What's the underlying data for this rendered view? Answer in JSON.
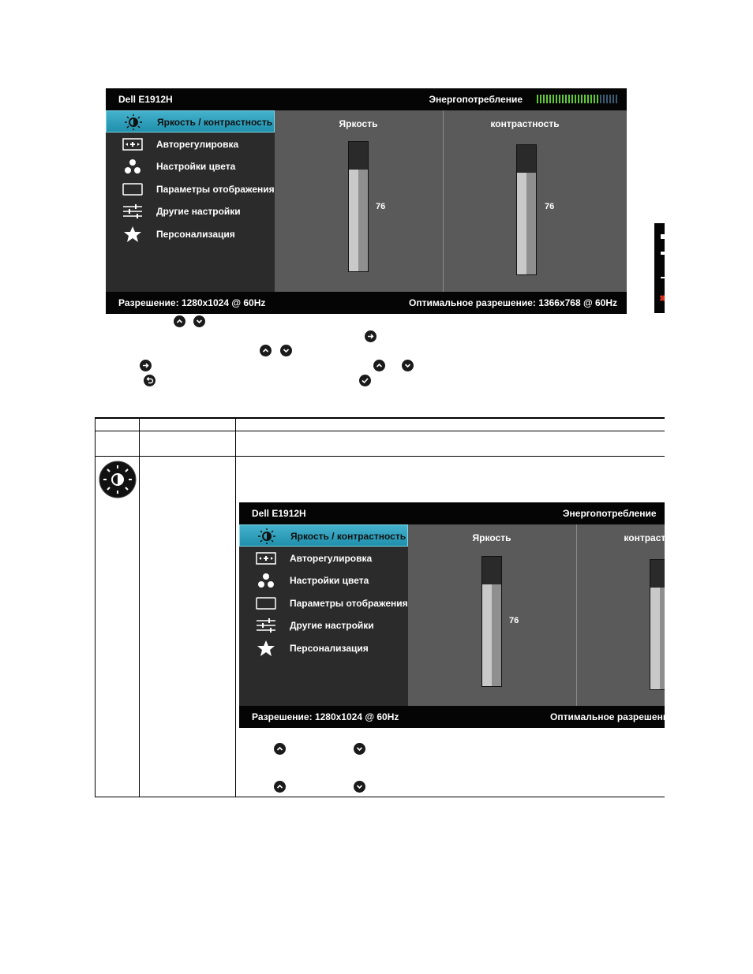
{
  "osd": {
    "model": "Dell E1912H",
    "energy_label": "Энергопотребление",
    "energy_level": 0.78,
    "menu": [
      {
        "label": "Яркость / контрастность",
        "icon": "brightness-icon",
        "selected": true
      },
      {
        "label": "Авторегулировка",
        "icon": "auto-adjust-icon",
        "selected": false
      },
      {
        "label": "Настройки цвета",
        "icon": "color-settings-icon",
        "selected": false
      },
      {
        "label": "Параметры отображения",
        "icon": "display-settings-icon",
        "selected": false
      },
      {
        "label": "Другие настройки",
        "icon": "other-settings-icon",
        "selected": false
      },
      {
        "label": "Персонализация",
        "icon": "star-icon",
        "selected": false
      }
    ],
    "brightness": {
      "label": "Яркость",
      "value": "76",
      "level": 0.8
    },
    "contrast": {
      "label": "контрастность",
      "value": "76",
      "level": 0.8
    },
    "resolution": "Разрешение: 1280x1024 @ 60Hz",
    "optimal_resolution": "Оптимальное разрешение: 1366x768 @ 60Hz",
    "optimal_resolution_cut": "Оптимальное разрешение"
  },
  "colors": {
    "accent": "#2ba3c0",
    "meter_green": "#5fc93a",
    "osd_bg": "#2b2b2b"
  }
}
